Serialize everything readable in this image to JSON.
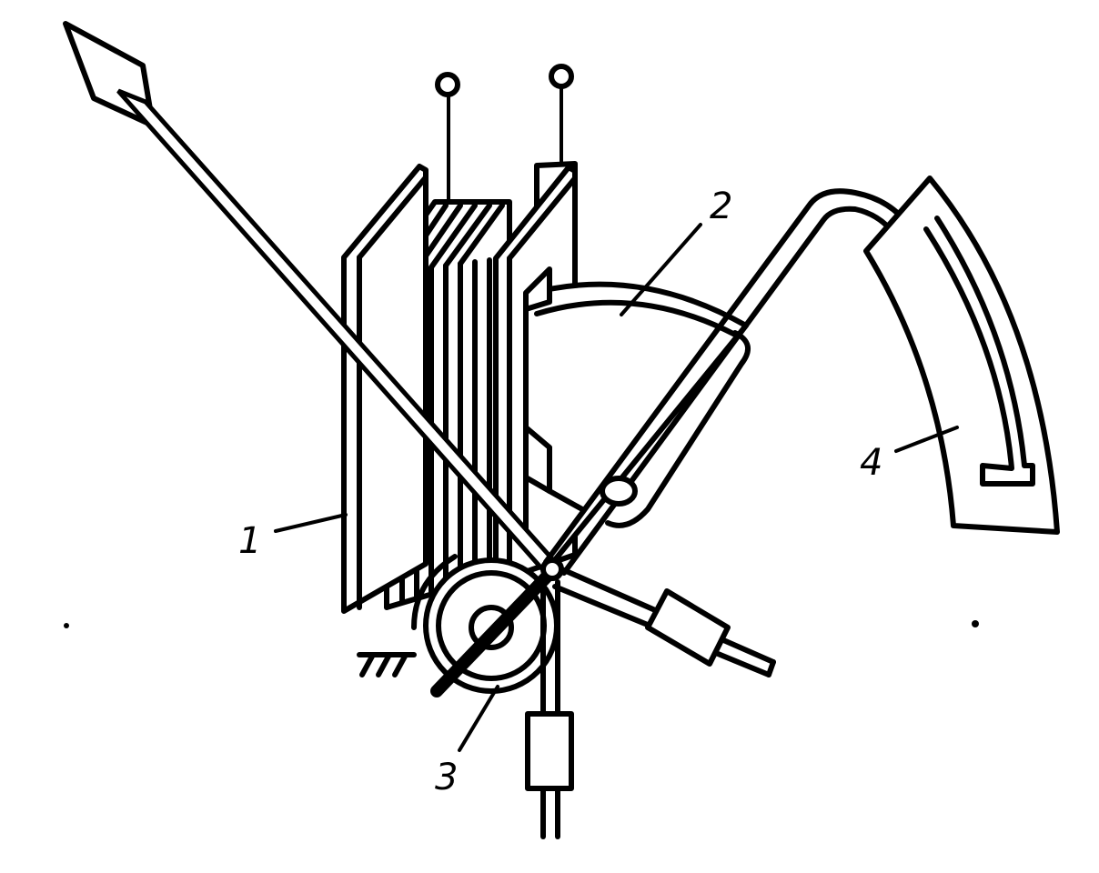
{
  "labels": {
    "l1": "1",
    "l2": "2",
    "l3": "3",
    "l4": "4"
  }
}
